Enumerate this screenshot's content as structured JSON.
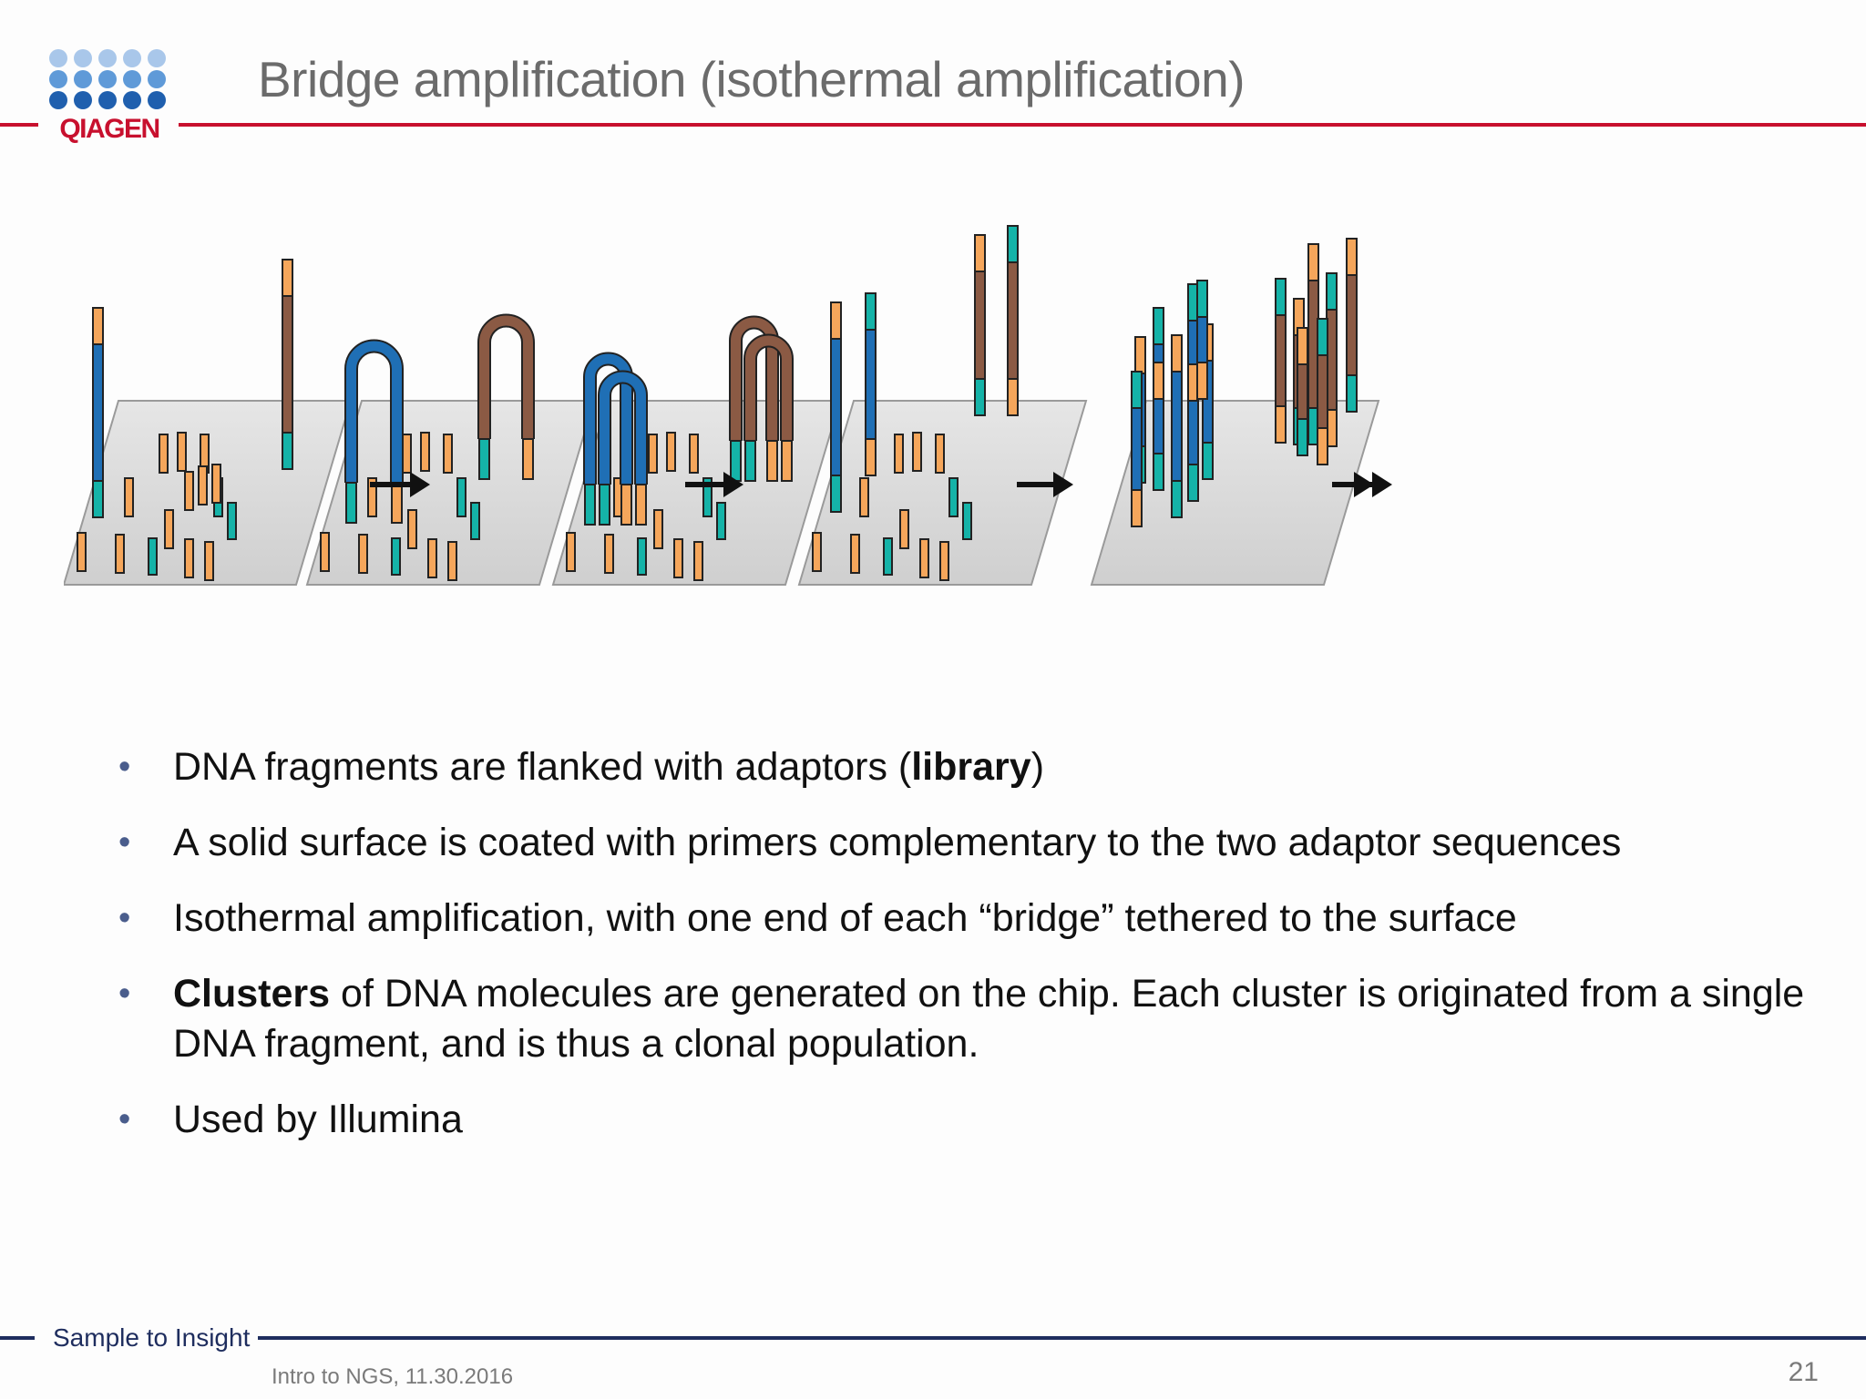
{
  "logo": {
    "wordmark": "QIAGEN",
    "brand_color": "#c8102e",
    "dot_colors": [
      "#a9c7ea",
      "#5f9ad8",
      "#1f5fae"
    ]
  },
  "title": "Bridge amplification (isothermal amplification)",
  "diagram": {
    "colors": {
      "adaptor_orange": "#f5a65b",
      "adaptor_teal": "#15b3a8",
      "strand_blue": "#1f6fb5",
      "strand_brown": "#8b5a44",
      "surface": "#d9d9d9",
      "arrow": "#111111"
    }
  },
  "bullets": [
    {
      "parts": [
        {
          "text": "DNA fragments are flanked with adaptors ("
        },
        {
          "text": "library",
          "bold": true
        },
        {
          "text": ")"
        }
      ]
    },
    {
      "parts": [
        {
          "text": "A solid surface is coated with primers complementary to the two adaptor sequences"
        }
      ]
    },
    {
      "parts": [
        {
          "text": "Isothermal amplification, with one end of each “bridge” tethered to the surface"
        }
      ]
    },
    {
      "parts": [
        {
          "text": "Clusters",
          "bold": true
        },
        {
          "text": " of DNA molecules are generated on the chip. Each cluster is originated from a single DNA fragment, and is thus a clonal population."
        }
      ]
    },
    {
      "parts": [
        {
          "text": "Used by Illumina"
        }
      ]
    }
  ],
  "footer": {
    "tagline": "Sample to Insight",
    "caption": "Intro to NGS, 11.30.2016",
    "page_number": "21"
  }
}
